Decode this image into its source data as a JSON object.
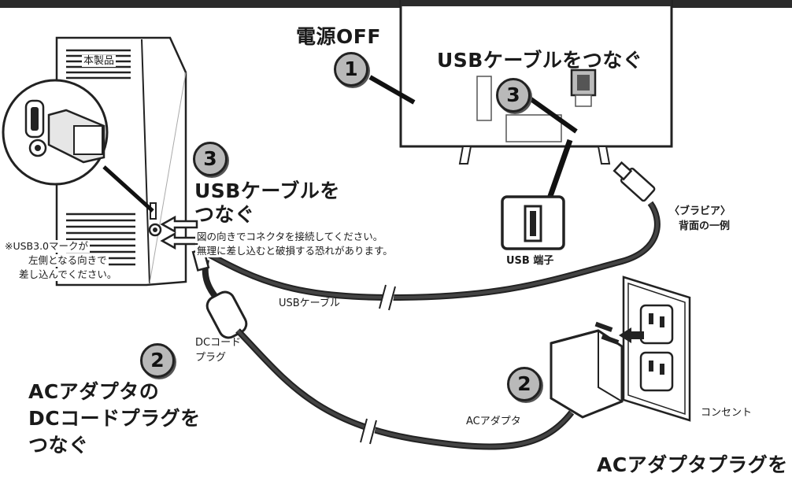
{
  "labels": {
    "power_off": "電源OFF",
    "tv_step": "USBケーブルをつなぐ",
    "device_step_line1": "USBケーブルを",
    "device_step_line2": "つなぐ",
    "product": "本製品",
    "connector_note_line1": "図の向きでコネクタを接続してください。",
    "connector_note_line2": "無理に差し込むと破損する恐れがあります。",
    "usb30_note_line1": "※USB3.0マークが",
    "usb30_note_line2": "左側となる向きで",
    "usb30_note_line3": "差し込んでください。",
    "usb_port": "USB 端子",
    "bravia_line1": "〈ブラビア〉",
    "bravia_line2": "背面の一例",
    "usb_cable": "USBケーブル",
    "dc_plug_line1": "DCコード",
    "dc_plug_line2": "プラグ",
    "ac_step_line1": "ACアダプタの",
    "ac_step_line2": "DCコードプラグを",
    "ac_step_line3": "つなぐ",
    "ac_adapter": "ACアダプタ",
    "outlet": "コンセント",
    "bottom_cut": "ACアダプタプラグを"
  },
  "steps": {
    "one": "1",
    "two_device": "2",
    "two_adapter": "2",
    "three_device": "3",
    "three_tv": "3"
  }
}
